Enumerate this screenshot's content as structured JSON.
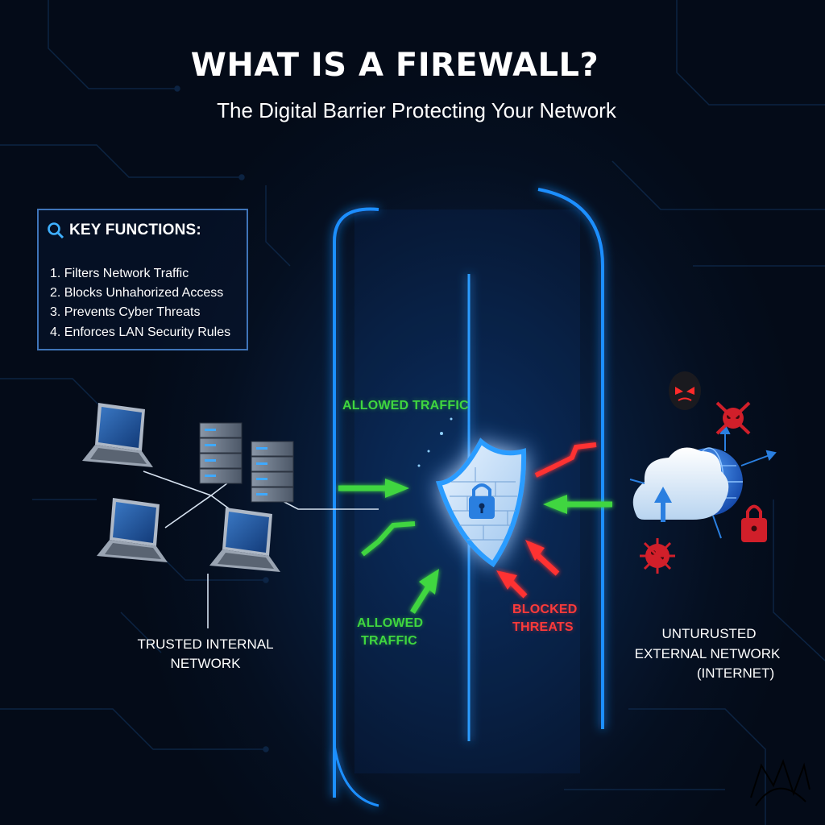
{
  "title": "WHAT IS A FIREWALL?",
  "subtitle": "The Digital Barrier Protecting Your Network",
  "key_functions": {
    "header": "KEY FUNCTIONS:",
    "icon": "search-icon",
    "items": [
      "1. Filters Network Traffic",
      "2. Blocks Unhahorized Access",
      "3. Prevents Cyber Threats",
      "4. Enforces LAN Security Rules"
    ]
  },
  "labels": {
    "allowed_traffic_top": "ALLOWED TRAFFIC",
    "allowed_traffic_bottom_line1": "ALLOWED",
    "allowed_traffic_bottom_line2": "TRAFFIC",
    "blocked_threats_line1": "BLOCKED",
    "blocked_threats_line2": "THREATS",
    "trusted_line1": "TRUSTED INTERNAL",
    "trusted_line2": "NETWORK",
    "untrusted_line1": "UNTURUSTED",
    "untrusted_line2": "EXTERNAL NETWORK",
    "untrusted_line3": "(INTERNET)"
  },
  "icons": [
    "laptop-icon",
    "server-rack-icon",
    "shield-firewall-icon",
    "padlock-icon",
    "cloud-icon",
    "globe-icon",
    "hacker-icon",
    "virus-icon",
    "skull-icon"
  ],
  "colors": {
    "background": "#05101f",
    "firewall_glow": "#1e8fff",
    "allowed": "#3fd63f",
    "blocked": "#ff3a3a",
    "text": "#ffffff",
    "box_border": "#3f74b8"
  }
}
